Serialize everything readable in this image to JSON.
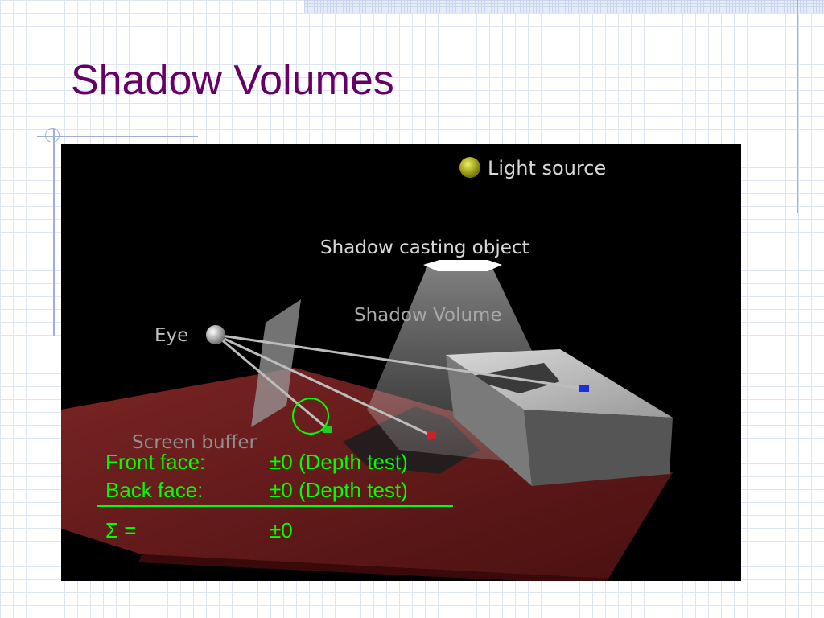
{
  "slide": {
    "title": "Shadow Volumes"
  },
  "scene": {
    "labels": {
      "light_source": "Light source",
      "shadow_casting_object": "Shadow casting object",
      "shadow_volume": "Shadow Volume",
      "eye": "Eye",
      "screen_buffer": "Screen buffer"
    }
  },
  "counter": {
    "rows": [
      {
        "label": "Front face:",
        "value": "±0 (Depth test)"
      },
      {
        "label": "Back face:",
        "value": "±0 (Depth test)"
      }
    ],
    "sum_label": "Σ =",
    "sum_value": "±0"
  },
  "colors": {
    "title": "#660066",
    "counter_text": "#00ff00",
    "floor": "#6a1a1a",
    "light": "#b5b500"
  }
}
